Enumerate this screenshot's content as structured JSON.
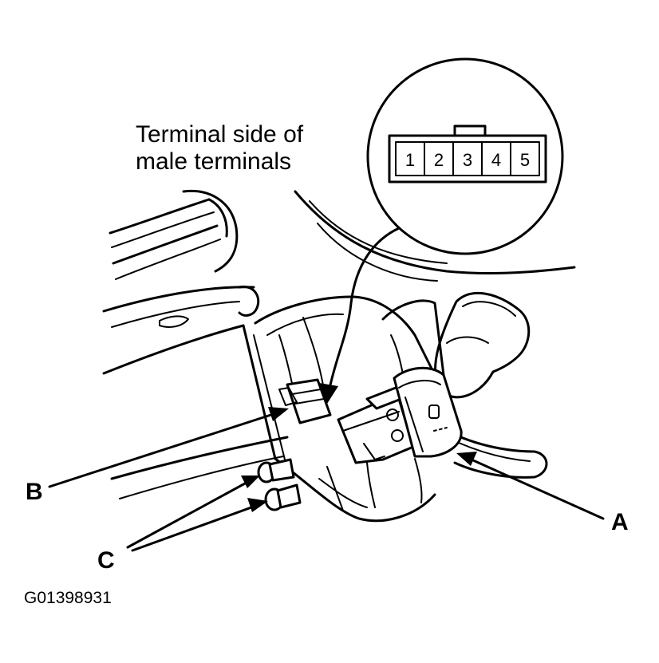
{
  "caption": {
    "line1": "Terminal side of",
    "line2": "male terminals"
  },
  "connector_pins": [
    "1",
    "2",
    "3",
    "4",
    "5"
  ],
  "callouts": {
    "a": "A",
    "b": "B",
    "c": "C"
  },
  "figure_id": "G01398931"
}
